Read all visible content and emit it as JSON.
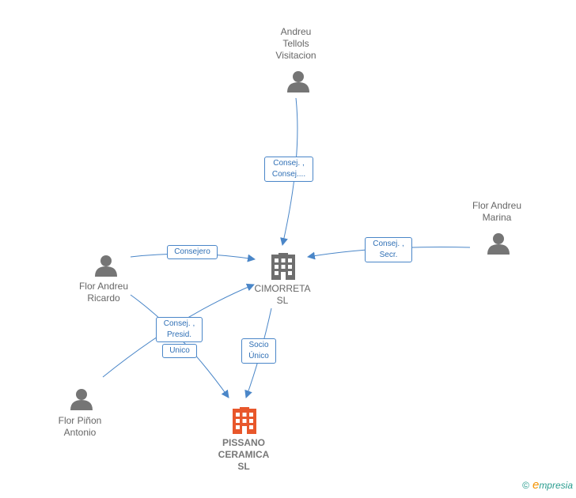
{
  "nodes": {
    "andreu_tellols": {
      "lines": [
        "Andreu",
        "Tellols",
        "Visitacion"
      ],
      "type": "person"
    },
    "flor_andreu_marina": {
      "lines": [
        "Flor Andreu",
        "Marina"
      ],
      "type": "person"
    },
    "flor_andreu_ricardo": {
      "lines": [
        "Flor Andreu",
        "Ricardo"
      ],
      "type": "person"
    },
    "flor_pinon_antonio": {
      "lines": [
        "Flor Piñon",
        "Antonio"
      ],
      "type": "person"
    },
    "cimorreta": {
      "lines": [
        "CIMORRETA",
        "SL"
      ],
      "type": "company",
      "color": "#6e6e6e"
    },
    "pissano": {
      "lines": [
        "PISSANO",
        "CERAMICA",
        "SL"
      ],
      "type": "company",
      "color": "#e8572b"
    }
  },
  "edges": {
    "tellols_cimorreta": [
      "Consej. ,",
      "Consej...."
    ],
    "marina_cimorreta": [
      "Consej. ,",
      "Secr."
    ],
    "ricardo_cimorreta": [
      "Consejero"
    ],
    "ricardo_pissano": [
      "Consej. ,",
      "Presid."
    ],
    "antonio_unico": [
      "Unico"
    ],
    "cimorreta_pissano": [
      "Socio",
      "Único"
    ]
  },
  "brand": {
    "copyright": "©",
    "initial": "e",
    "rest": "mpresia"
  },
  "colors": {
    "edge": "#4a86c8",
    "person_icon": "#757575",
    "company_gray": "#6e6e6e",
    "company_orange": "#e8572b"
  }
}
